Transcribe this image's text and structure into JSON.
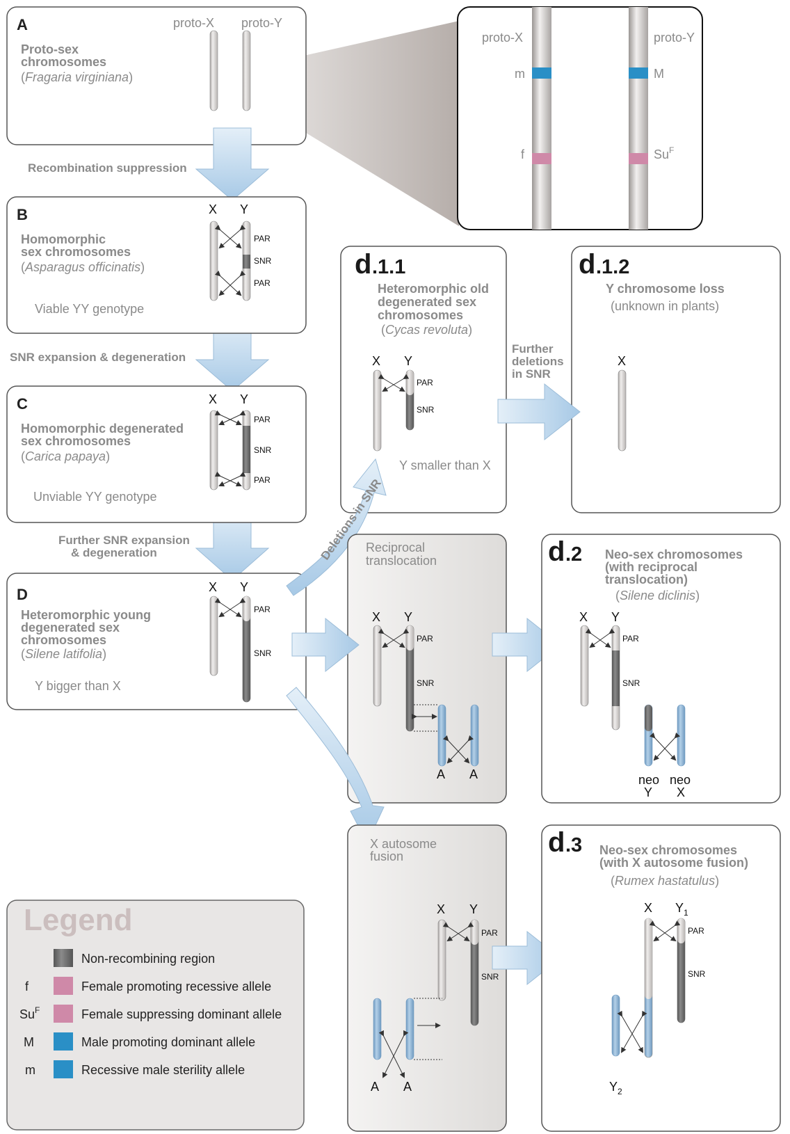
{
  "panel_a": {
    "letter": "A",
    "title": [
      "Proto-sex",
      "chromosomes"
    ],
    "species": "Fragaria virginiana",
    "chr_left": "proto-X",
    "chr_right": "proto-Y"
  },
  "zoom": {
    "chr_left": "proto-X",
    "chr_right": "proto-Y",
    "alleles": {
      "m": "m",
      "M": "M",
      "f": "f",
      "SuF_base": "Su",
      "SuF_sup": "F"
    }
  },
  "steps": {
    "ab": "Recombination suppression",
    "bc": "SNR expansion & degeneration",
    "cd": [
      "Further SNR expansion",
      "& degeneration"
    ],
    "deletions": "Deletions in SNR",
    "further_del": [
      "Further",
      "deletions",
      "in SNR"
    ]
  },
  "panel_b": {
    "letter": "B",
    "title": [
      "Homomorphic",
      "sex chromosomes"
    ],
    "species": "Asparagus officinatis",
    "note": "Viable YY genotype"
  },
  "panel_c": {
    "letter": "C",
    "title": [
      "Homomorphic degenerated",
      "sex chromosomes"
    ],
    "species": "Carica papaya",
    "note": "Unviable YY genotype"
  },
  "panel_d": {
    "letter": "D",
    "title": [
      "Heteromorphic young",
      "degenerated sex",
      "chromosomes"
    ],
    "species": "Silene latifolia",
    "note": "Y bigger than X"
  },
  "panel_d11": {
    "letter": "d",
    "num": ".1.1",
    "title": [
      "Heteromorphic old",
      "degenerated sex",
      "chromosomes"
    ],
    "species": "Cycas revoluta",
    "note": "Y smaller than X"
  },
  "panel_d12": {
    "letter": "d",
    "num": ".1.2",
    "title": "Y chromosome loss",
    "subtitle": "(unknown in plants)"
  },
  "panel_recip": {
    "title": [
      "Reciprocal",
      "translocation"
    ]
  },
  "panel_d2": {
    "letter": "d",
    "num": ".2",
    "title": [
      "Neo-sex chromosomes",
      "(with reciprocal",
      "translocation)"
    ],
    "species": "Silene diclinis",
    "neo_y": [
      "neo",
      "Y"
    ],
    "neo_x": [
      "neo",
      "X"
    ]
  },
  "panel_xfusion": {
    "title": [
      "X autosome",
      "fusion"
    ]
  },
  "panel_d3": {
    "letter": "d",
    "num": ".3",
    "title": [
      "Neo-sex chromosomes",
      "(with X autosome fusion)"
    ],
    "species": "Rumex hastatulus",
    "y1_base": "Y",
    "y1_sub": "1",
    "y2_base": "Y",
    "y2_sub": "2"
  },
  "chrom_labels": {
    "X": "X",
    "Y": "Y",
    "A": "A",
    "PAR": "PAR",
    "SNR": "SNR"
  },
  "legend": {
    "title": "Legend",
    "items": [
      {
        "symbol": "",
        "label": "Non-recombining region",
        "color": "#6b6b6b"
      },
      {
        "symbol": "f",
        "label": "Female promoting recessive allele",
        "color": "#cf89a8"
      },
      {
        "symbol": "SuF",
        "label": "Female suppressing dominant allele",
        "color": "#cf89a8"
      },
      {
        "symbol": "M",
        "label": "Male promoting dominant allele",
        "color": "#2a8fc6"
      },
      {
        "symbol": "m",
        "label": "Recessive male sterility allele",
        "color": "#2a8fc6"
      }
    ]
  },
  "colors": {
    "chromosome": "#d4d0ce",
    "snr": "#6b6b6b",
    "autosome": "#8fb5d6",
    "arrow": "#b8d4ec",
    "female_allele": "#cf89a8",
    "male_allele": "#2a8fc6"
  }
}
